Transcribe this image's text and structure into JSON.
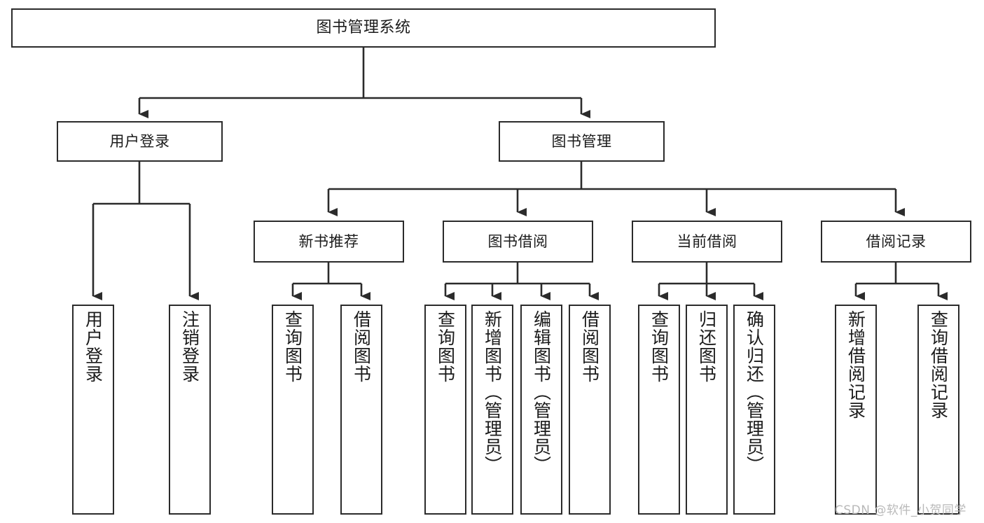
{
  "diagram": {
    "type": "tree",
    "title": "图书管理系统",
    "orientation": "top-down",
    "colors": {
      "background": "#ffffff",
      "node_border": "#2b2b2b",
      "node_fill": "#ffffff",
      "edge": "#2b2b2b",
      "text": "#1b1b1b",
      "watermark": "#b9b9b9"
    },
    "nodes": {
      "root": {
        "label": "图书管理系统"
      },
      "l1": [
        {
          "label": "用户登录"
        },
        {
          "label": "图书管理"
        }
      ],
      "l2": [
        {
          "label": "新书推荐"
        },
        {
          "label": "图书借阅"
        },
        {
          "label": "当前借阅"
        },
        {
          "label": "借阅记录"
        }
      ],
      "leaves_user_login": [
        {
          "label": "用户登录"
        },
        {
          "label": "注销登录"
        }
      ],
      "leaves_new_book": [
        {
          "label": "查询图书"
        },
        {
          "label": "借阅图书"
        }
      ],
      "leaves_borrow": [
        {
          "label": "查询图书"
        },
        {
          "label": "新增图书（管理员）"
        },
        {
          "label": "编辑图书（管理员）"
        },
        {
          "label": "借阅图书"
        }
      ],
      "leaves_current": [
        {
          "label": "查询图书"
        },
        {
          "label": "归还图书"
        },
        {
          "label": "确认归还（管理员）"
        }
      ],
      "leaves_record": [
        {
          "label": "新增借阅记录"
        },
        {
          "label": "查询借阅记录"
        }
      ]
    }
  },
  "watermark": {
    "text": "CSDN @软件_小贺同学"
  }
}
